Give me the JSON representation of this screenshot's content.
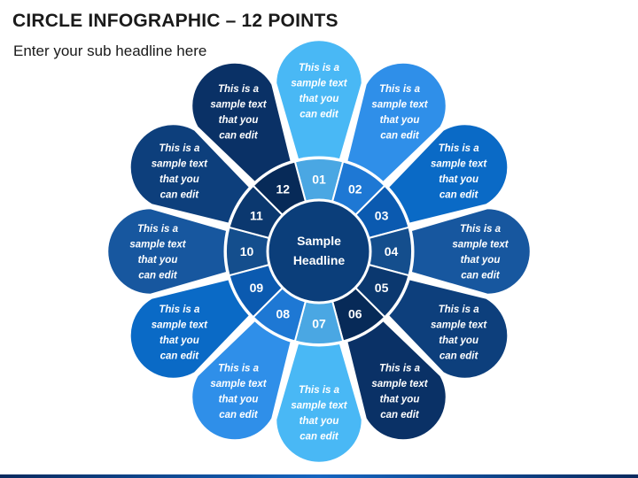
{
  "title": "CIRCLE INFOGRAPHIC – 12 POINTS",
  "subtitle": "Enter your sub headline here",
  "center": {
    "line1": "Sample",
    "line2": "Headline"
  },
  "points": [
    {
      "num": "01",
      "lines": [
        "This is a",
        "sample text",
        "that you",
        "can edit"
      ],
      "color": "#49b8f5",
      "seg": "#4aa7e3"
    },
    {
      "num": "02",
      "lines": [
        "This is a",
        "sample text",
        "that you",
        "can edit"
      ],
      "color": "#2f8fe9",
      "seg": "#1e78d4"
    },
    {
      "num": "03",
      "lines": [
        "This is a",
        "sample text",
        "that you",
        "can edit"
      ],
      "color": "#0a6ac6",
      "seg": "#0b5ab0"
    },
    {
      "num": "04",
      "lines": [
        "This is a",
        "sample text",
        "that you",
        "can edit"
      ],
      "color": "#17579f",
      "seg": "#144e8d"
    },
    {
      "num": "05",
      "lines": [
        "This is a",
        "sample text",
        "that you",
        "can edit"
      ],
      "color": "#0d3f7c",
      "seg": "#0b386f"
    },
    {
      "num": "06",
      "lines": [
        "This is a",
        "sample text",
        "that you",
        "can edit"
      ],
      "color": "#0a3166",
      "seg": "#072a58"
    },
    {
      "num": "07",
      "lines": [
        "This is a",
        "sample text",
        "that you",
        "can edit"
      ],
      "color": "#49b8f5",
      "seg": "#4aa7e3"
    },
    {
      "num": "08",
      "lines": [
        "This is a",
        "sample text",
        "that you",
        "can edit"
      ],
      "color": "#2f8fe9",
      "seg": "#1e78d4"
    },
    {
      "num": "09",
      "lines": [
        "This is a",
        "sample text",
        "that you",
        "can edit"
      ],
      "color": "#0a6ac6",
      "seg": "#0b5ab0"
    },
    {
      "num": "10",
      "lines": [
        "This is a",
        "sample text",
        "that you",
        "can edit"
      ],
      "color": "#17579f",
      "seg": "#144e8d"
    },
    {
      "num": "11",
      "lines": [
        "This is a",
        "sample text",
        "that you",
        "can edit"
      ],
      "color": "#0d3f7c",
      "seg": "#0b386f"
    },
    {
      "num": "12",
      "lines": [
        "This is a",
        "sample text",
        "that you",
        "can edit"
      ],
      "color": "#0a3166",
      "seg": "#072a58"
    }
  ],
  "colors": {
    "ring": "#0b3e7a",
    "center": "#0b3e7a",
    "divider": "#ffffff"
  }
}
